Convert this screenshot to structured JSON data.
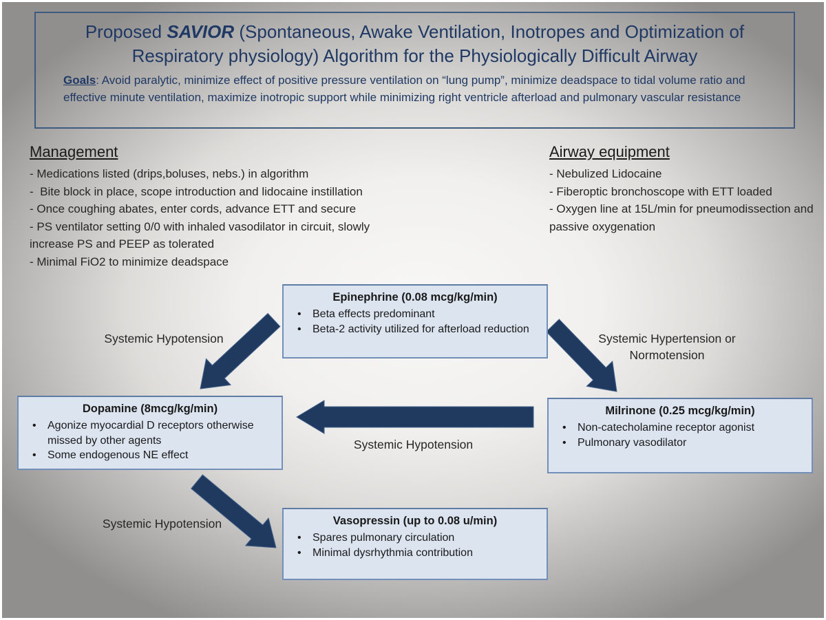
{
  "slide": {
    "title": {
      "prefix": "Proposed ",
      "acronym": "SAVIOR",
      "suffix": " (Spontaneous, Awake Ventilation, Inotropes and Optimization of Respiratory physiology) Algorithm for the Physiologically Difficult Airway"
    },
    "goals": {
      "label": "Goals",
      "text": ": Avoid paralytic, minimize effect of positive pressure ventilation on “lung pump”, minimize deadspace to tidal volume ratio and effective minute ventilation, maximize inotropic support while minimizing right ventricle afterload and pulmonary vascular resistance"
    }
  },
  "management": {
    "heading": "Management",
    "items": [
      "- Medications listed (drips,boluses, nebs.) in algorithm",
      "-  Bite block in place, scope introduction and lidocaine instillation",
      "- Once coughing abates, enter cords, advance ETT and secure",
      "- PS ventilator setting 0/0 with inhaled vasodilator in circuit, slowly increase PS and PEEP as tolerated",
      "- Minimal FiO2 to minimize deadspace"
    ]
  },
  "airway": {
    "heading": "Airway equipment",
    "items": [
      "- Nebulized Lidocaine",
      "- Fiberoptic bronchoscope with ETT loaded",
      "- Oxygen line at 15L/min for pneumodissection and passive oxygenation"
    ]
  },
  "drugs": {
    "epinephrine": {
      "title": "Epinephrine (0.08 mcg/kg/min)",
      "bullets": [
        "Beta effects predominant",
        "Beta-2 activity utilized for afterload reduction"
      ]
    },
    "dopamine": {
      "title": "Dopamine (8mcg/kg/min)",
      "bullets": [
        "Agonize myocardial D receptors otherwise missed by other agents",
        "Some endogenous NE effect"
      ]
    },
    "milrinone": {
      "title": "Milrinone (0.25 mcg/kg/min)",
      "bullets": [
        "Non-catecholamine receptor agonist",
        "Pulmonary vasodilator"
      ]
    },
    "vasopressin": {
      "title": "Vasopressin (up to 0.08 u/min)",
      "bullets": [
        "Spares pulmonary circulation",
        "Minimal dysrhythmia contribution"
      ]
    }
  },
  "arrow_labels": {
    "epi_to_dopamine": "Systemic Hypotension",
    "epi_to_milrinone": "Systemic Hypertension or Normotension",
    "milrinone_to_dopamine": "Systemic Hypotension",
    "dopamine_to_vasopressin": "Systemic Hypotension"
  },
  "colors": {
    "navy": "#1f3864",
    "arrow": "#1f3a5e",
    "boxfill": "#dce4f0"
  }
}
